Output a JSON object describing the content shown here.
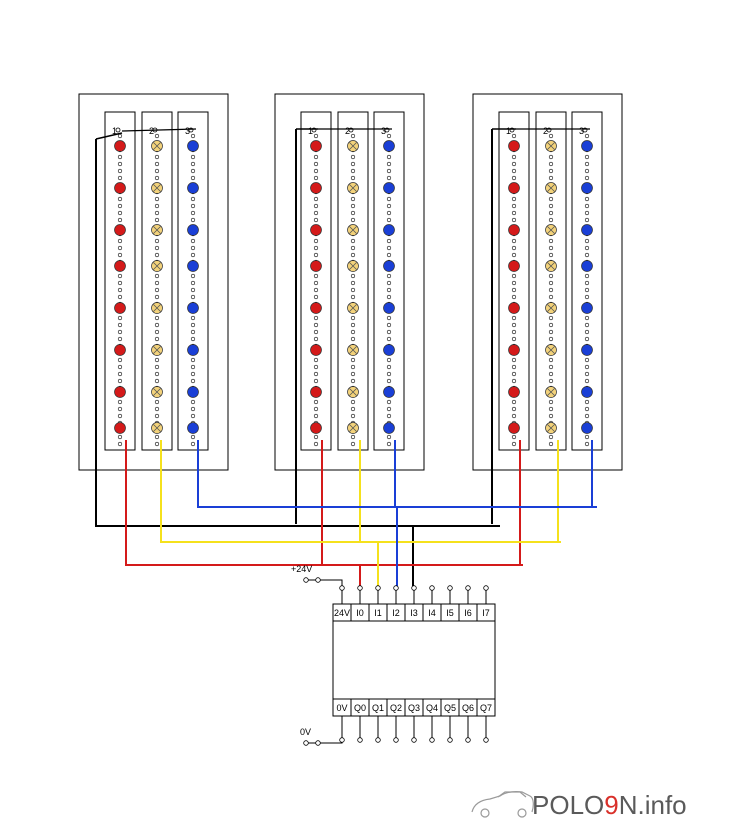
{
  "colors": {
    "red": "#d41a1a",
    "yellow": "#f5e11c",
    "blue": "#1a3fd6",
    "black": "#000000",
    "lamp_amber": "#f3d27a"
  },
  "panels": [
    {
      "columns": [
        {
          "label": "1"
        },
        {
          "label": "2"
        },
        {
          "label": "3"
        }
      ]
    },
    {
      "columns": [
        {
          "label": "1"
        },
        {
          "label": "2"
        },
        {
          "label": "3"
        }
      ]
    },
    {
      "columns": [
        {
          "label": "1"
        },
        {
          "label": "2"
        },
        {
          "label": "3"
        }
      ]
    }
  ],
  "lamps_per_column": 8,
  "column_styles": [
    "red-lamp",
    "amber-lamp-icon",
    "blue-lamp"
  ],
  "plc": {
    "top_terminals": [
      "24V",
      "I0",
      "I1",
      "I2",
      "I3",
      "I4",
      "I5",
      "I6",
      "I7"
    ],
    "bottom_terminals": [
      "0V",
      "Q0",
      "Q1",
      "Q2",
      "Q3",
      "Q4",
      "Q5",
      "Q6",
      "Q7"
    ]
  },
  "supply": {
    "positive": "+24V",
    "negative": "0V"
  },
  "watermark": {
    "brand": "POLO",
    "digit": "9",
    "suffix": "N.info",
    "icon": "car-outline-icon"
  }
}
